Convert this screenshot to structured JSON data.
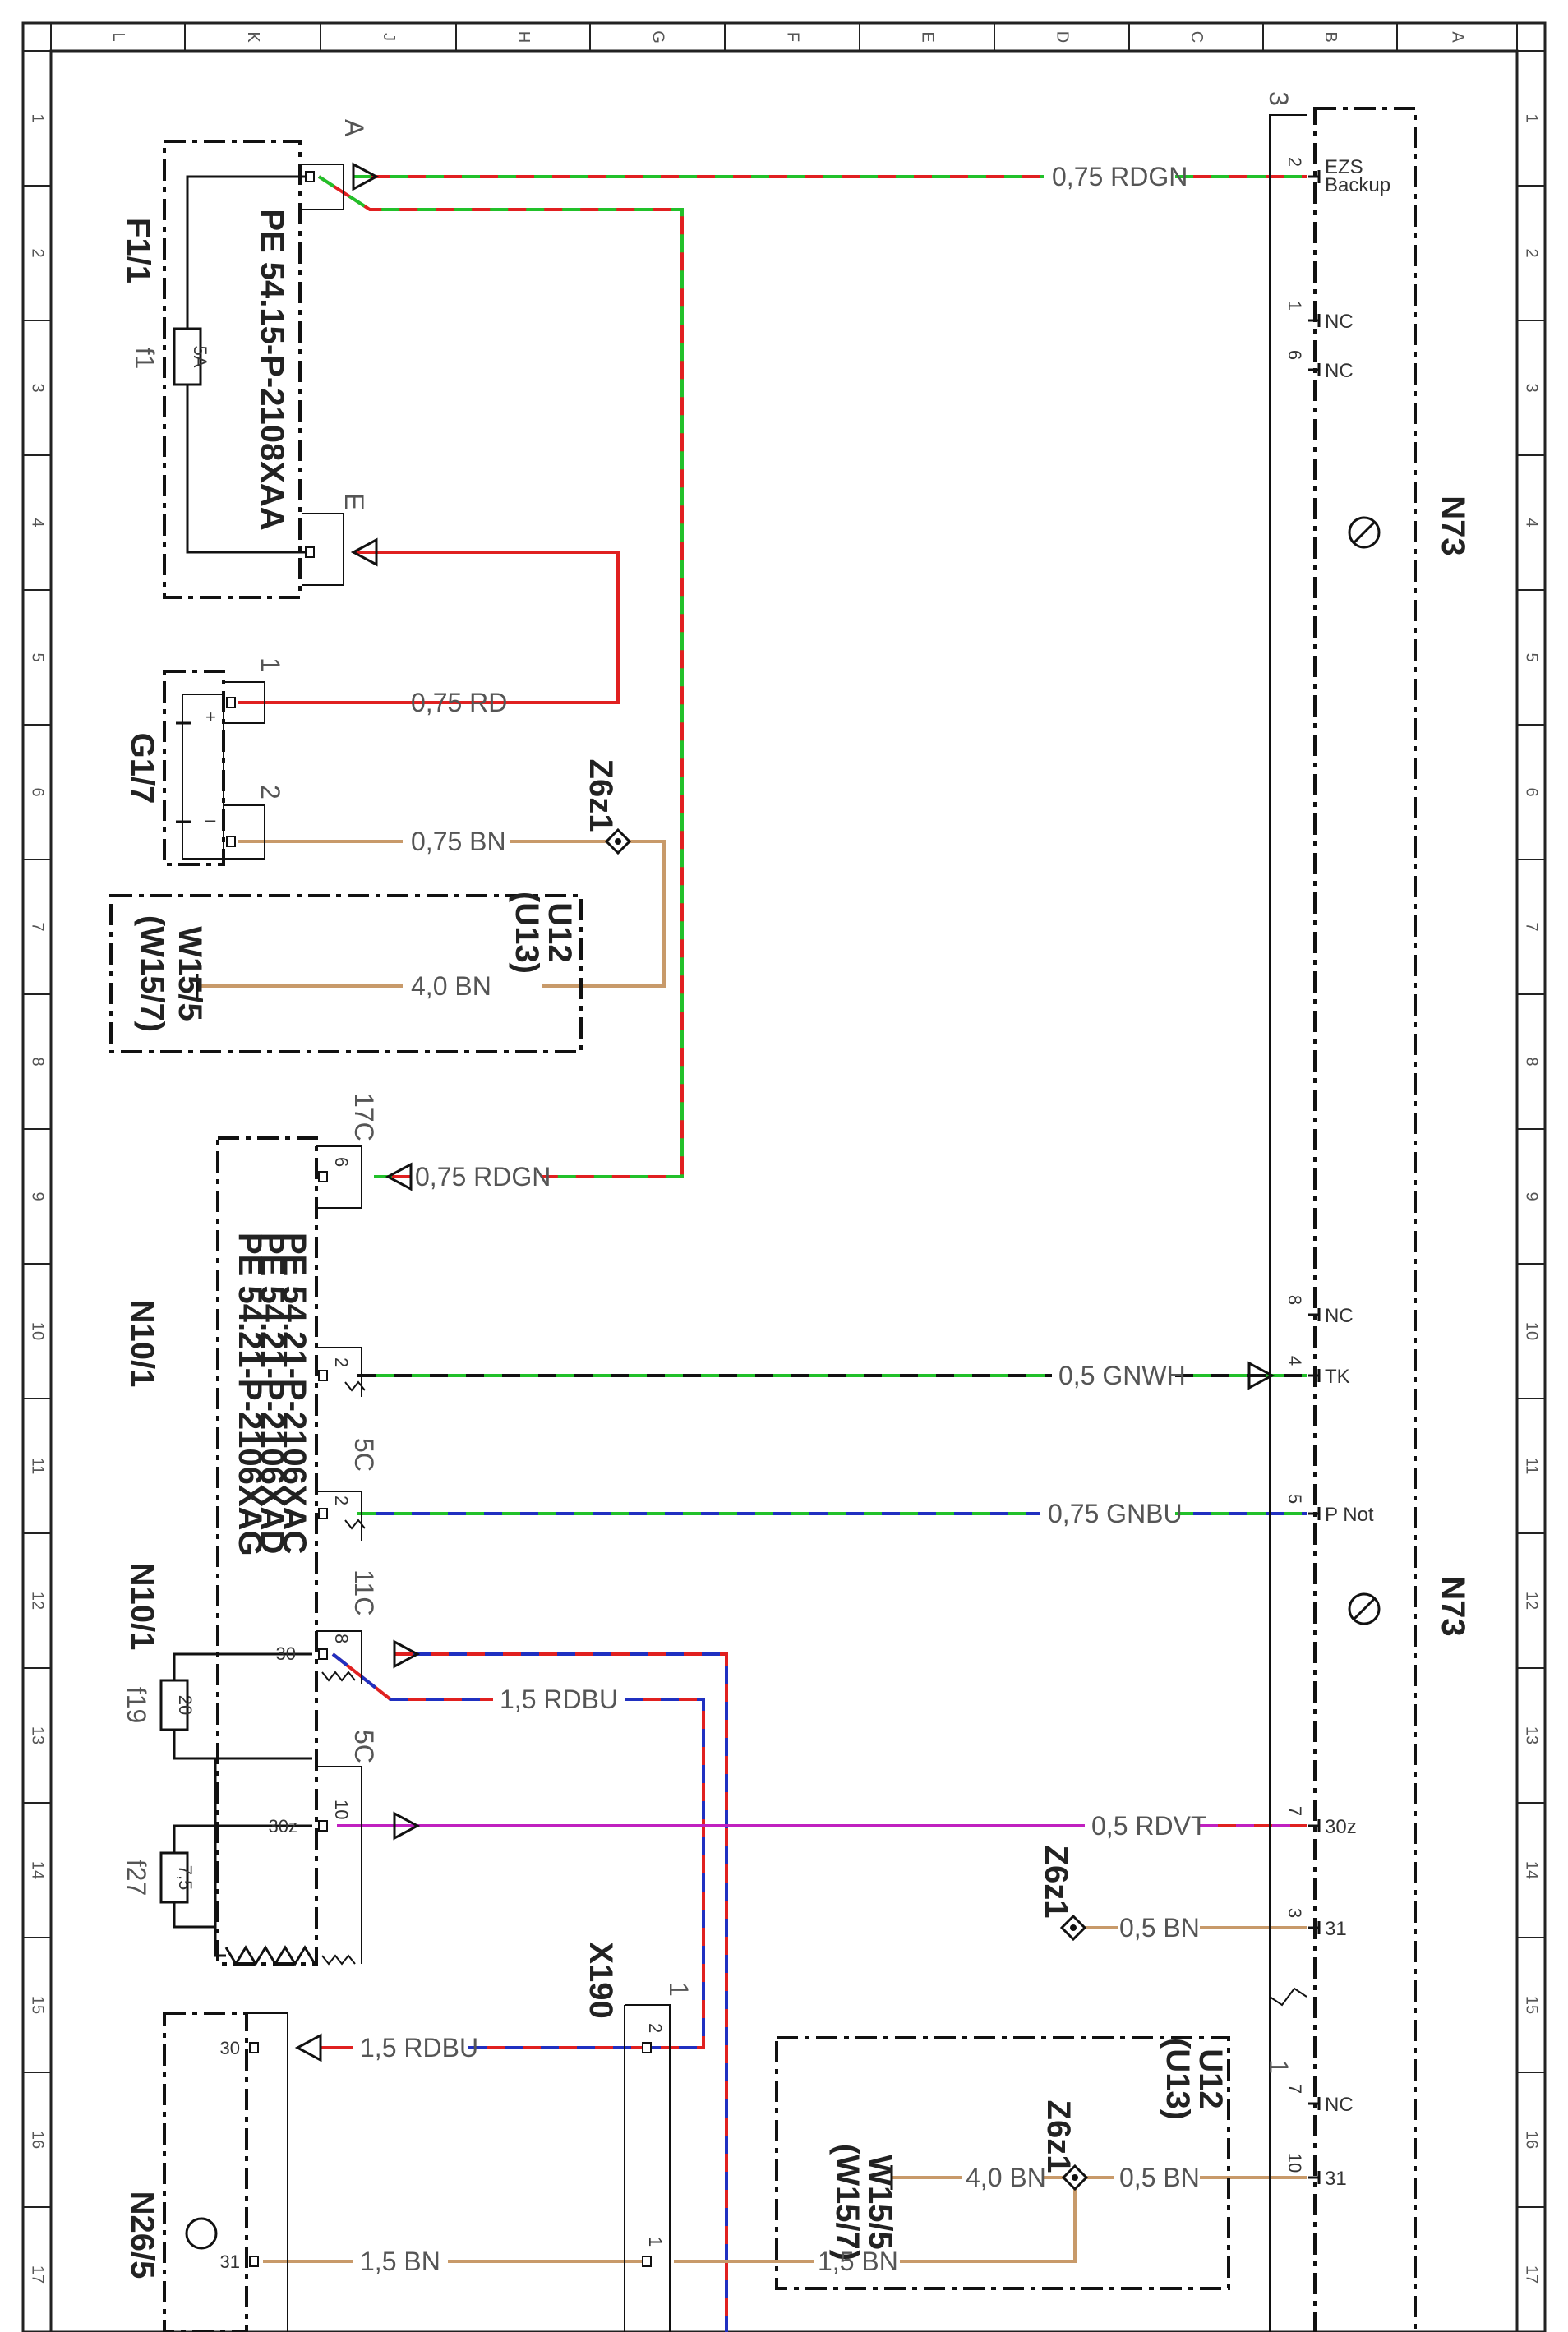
{
  "sheet": {
    "columns": [
      "L",
      "K",
      "J",
      "H",
      "G",
      "F",
      "E",
      "D",
      "C",
      "B",
      "A"
    ],
    "rows": [
      "1",
      "2",
      "3",
      "4",
      "5",
      "6",
      "7",
      "8",
      "9",
      "10",
      "11",
      "12",
      "13",
      "14",
      "15",
      "16",
      "17"
    ]
  },
  "components": {
    "f1_1": {
      "name": "F1/1",
      "fuse": "f1",
      "fuse_rating": "5A",
      "ref": "PE 54.15-P-2108XAA",
      "pins": [
        "A",
        "E"
      ]
    },
    "g1_7": {
      "name": "G1/7",
      "pins": [
        "1",
        "2"
      ],
      "plus": "+",
      "minus": "–"
    },
    "z6z1_a": {
      "name": "Z6z1"
    },
    "z6z1_b": {
      "name": "Z6z1"
    },
    "z6z1_c": {
      "name": "Z6z1"
    },
    "u12_a": {
      "code": "U12",
      "code_alt": "(U13)",
      "ground": "W15/5",
      "ground_alt": "(W15/7)"
    },
    "u12_b": {
      "code": "U12",
      "code_alt": "(U13)",
      "ground": "W15/5",
      "ground_alt": "(W15/7)"
    },
    "n10_1_a": {
      "name": "N10/1",
      "refs": [
        "PE 54.21-P-2106XAC",
        "PE 54.21-P-2106XAD",
        "PE 54.21-P-2106XAG"
      ]
    },
    "n10_1_b": {
      "name": "N10/1",
      "fuses": [
        "f19",
        "f27"
      ],
      "ratings": [
        "20",
        "7,5"
      ],
      "pins": [
        "30",
        "30z"
      ]
    },
    "x190": {
      "name": "X190",
      "pins": [
        "1",
        "2",
        "1"
      ]
    },
    "n26_5": {
      "name": "N26/5",
      "pins": [
        "30",
        "31"
      ]
    },
    "n73": {
      "name": "N73",
      "connector": "3",
      "pins": [
        {
          "num": "2",
          "label": "EZS Backup"
        },
        {
          "num": "1",
          "label": "NC"
        },
        {
          "num": "6",
          "label": "NC"
        },
        {
          "num": "8",
          "label": "NC"
        },
        {
          "num": "4",
          "label": "TK"
        },
        {
          "num": "5",
          "label": "P Not"
        },
        {
          "num": "7",
          "label": "30z"
        },
        {
          "num": "3",
          "label": "31"
        },
        {
          "num": "7",
          "label": "NC"
        },
        {
          "num": "10",
          "label": "31"
        }
      ],
      "connector_b": "1",
      "ezs_1": "EZS",
      "ezs_2": "Backup"
    },
    "n10_conns": [
      "17C",
      "5C",
      "11C",
      "5C"
    ],
    "n10_pins": [
      "6",
      "2",
      "2",
      "8",
      "10"
    ]
  },
  "wires": [
    {
      "label": "0,75 RDGN",
      "colors": [
        "#e02020",
        "#22c02a"
      ]
    },
    {
      "label": "0,75 RD",
      "colors": [
        "#e02020"
      ]
    },
    {
      "label": "0,75 BN",
      "colors": [
        "#c89a6a"
      ]
    },
    {
      "label": "4,0 BN",
      "colors": [
        "#c89a6a"
      ]
    },
    {
      "label": "0,75 RDGN",
      "colors": [
        "#e02020",
        "#22c02a"
      ]
    },
    {
      "label": "0,5 GNWH",
      "colors": [
        "#22c02a",
        "#111111"
      ]
    },
    {
      "label": "0,75 GNBU",
      "colors": [
        "#22c02a",
        "#2030c0"
      ]
    },
    {
      "label": "1,5 RDBU",
      "colors": [
        "#e02020",
        "#2030c0"
      ]
    },
    {
      "label": "0,5 RDVT",
      "colors": [
        "#e02020",
        "#c020c0"
      ]
    },
    {
      "label": "0,5 BN",
      "colors": [
        "#c89a6a"
      ]
    },
    {
      "label": "1,5 RDBU",
      "colors": [
        "#e02020",
        "#2030c0"
      ]
    },
    {
      "label": "1,5 BN",
      "colors": [
        "#c89a6a"
      ]
    },
    {
      "label": "4,0 BN",
      "colors": [
        "#c89a6a"
      ]
    },
    {
      "label": "0,5 BN",
      "colors": [
        "#c89a6a"
      ]
    },
    {
      "label": "1,5 BN",
      "colors": [
        "#c89a6a"
      ]
    }
  ],
  "colors": {
    "red": "#e02020",
    "green": "#22c02a",
    "blue": "#2030c0",
    "brown": "#c89a6a",
    "violet": "#c020c0",
    "black": "#111111"
  }
}
